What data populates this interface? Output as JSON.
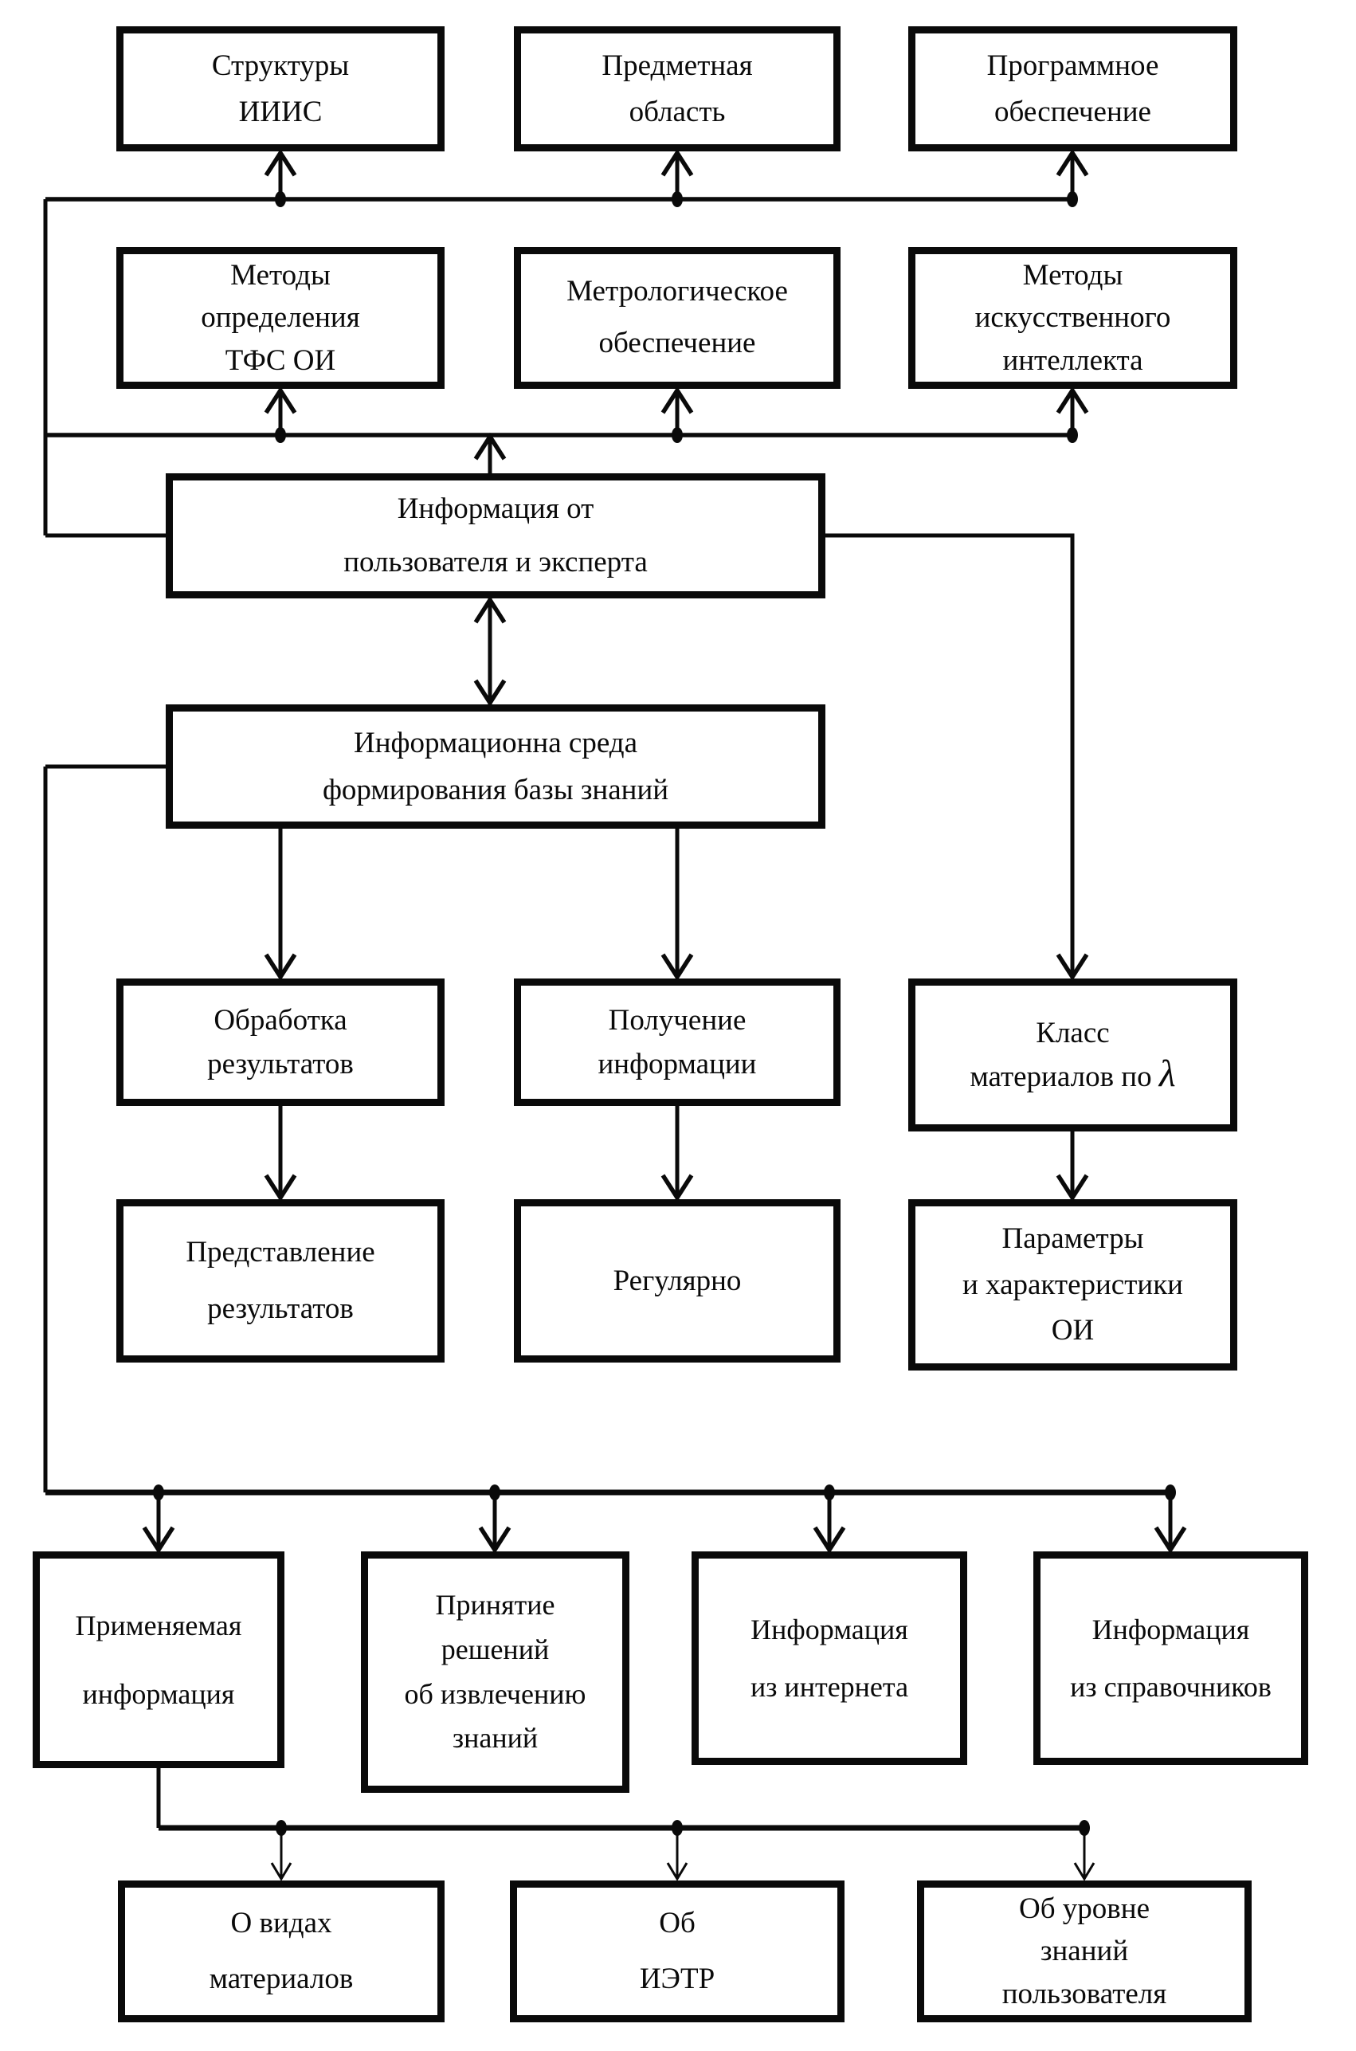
{
  "colors": {
    "line": "#0a0a0a",
    "background": "#ffffff",
    "box_fill": "#ffffff"
  },
  "boxes": {
    "structures": {
      "lines": [
        "Структуры",
        "ИИИС"
      ]
    },
    "subject_area": {
      "lines": [
        "Предметная",
        "область"
      ]
    },
    "software": {
      "lines": [
        "Программное",
        "обеспечение"
      ]
    },
    "tfs_methods": {
      "lines": [
        "Методы",
        "определения",
        "ТФС ОИ"
      ]
    },
    "metrology": {
      "lines": [
        "Метрологическое",
        "обеспечение"
      ]
    },
    "ai_methods": {
      "lines": [
        "Методы",
        "искусственного",
        "интеллекта"
      ]
    },
    "user_expert_info": {
      "lines": [
        "Информация от",
        "пользователя и эксперта"
      ]
    },
    "info_environment": {
      "lines": [
        "Информационна среда",
        "формирования базы знаний"
      ]
    },
    "results_processing": {
      "lines": [
        "Обработка",
        "результатов"
      ]
    },
    "info_acquisition": {
      "lines": [
        "Получение",
        "информации"
      ]
    },
    "materials_class": {
      "line1": "Класс",
      "line2_prefix": "материалов по ",
      "lambda": "λ"
    },
    "results_presentation": {
      "lines": [
        "Представление",
        "результатов"
      ]
    },
    "regularly": {
      "lines": [
        "Регулярно"
      ]
    },
    "oi_parameters": {
      "lines": [
        "Параметры",
        "и характеристики",
        "ОИ"
      ]
    },
    "applied_info": {
      "lines": [
        "Применяемая",
        "информация"
      ]
    },
    "knowledge_extraction": {
      "lines": [
        "Принятие",
        "решений",
        "об извлечению",
        "знаний"
      ]
    },
    "internet_info": {
      "lines": [
        "Информация",
        "из интернета"
      ]
    },
    "reference_info": {
      "lines": [
        "Информация",
        "из справочников"
      ]
    },
    "material_types": {
      "lines": [
        "О видах",
        "материалов"
      ]
    },
    "ietr": {
      "lines": [
        "Об",
        "ИЭТР"
      ]
    },
    "user_knowledge": {
      "lines": [
        "Об уровне",
        "знаний",
        "пользователя"
      ]
    }
  }
}
